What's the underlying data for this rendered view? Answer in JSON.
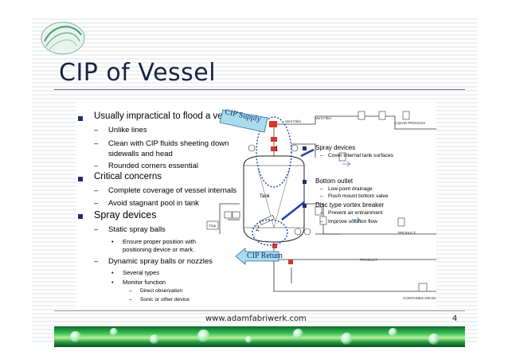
{
  "slide": {
    "title": "CIP of Vessel",
    "footer_url": "www.adamfabriwerk.com",
    "page_number": "4"
  },
  "bullets": [
    {
      "level": 1,
      "text": "Usually impractical to flood a vessel"
    },
    {
      "level": 2,
      "text": "Unlike lines"
    },
    {
      "level": 2,
      "text": "Clean with CIP fluids sheeting down"
    },
    {
      "level": 0,
      "text": "sidewalls and head"
    },
    {
      "level": 2,
      "text": "Rounded corners essential"
    },
    {
      "level": 1,
      "text": "Critical concerns"
    },
    {
      "level": 2,
      "text": "Complete coverage of vessel internals"
    },
    {
      "level": 2,
      "text": "Avoid stagnant pool in tank"
    },
    {
      "level": 1,
      "text": "Spray devices"
    },
    {
      "level": 2,
      "text": "Static spray balls"
    },
    {
      "level": 3,
      "text": "Ensure proper position with"
    },
    {
      "level": 0,
      "text": "positioning device or mark."
    },
    {
      "level": 2,
      "text": "Dynamic spray balls or nozzles"
    },
    {
      "level": 3,
      "text": "Several types"
    },
    {
      "level": 3,
      "text": "Monitor function"
    },
    {
      "level": 4,
      "text": "Direct observation"
    },
    {
      "level": 4,
      "text": "Sonic or other device"
    }
  ],
  "diagram": {
    "cip_supply": "CIP Supply",
    "cip_return": "CIP Return",
    "tank_label": "Tank",
    "callout_1": "1",
    "callout_2": "2",
    "spray_devices": "Spray devices",
    "spray_devices_sub": "Cover internal tank surfaces",
    "bottom_outlet": "Bottom outlet",
    "bottom_outlet_sub1": "Low point drainage",
    "bottom_outlet_sub2": "Flush mount bottom valve",
    "disc_type": "Disc type vortex breaker",
    "disc_type_sub1": "Prevent air entrainment",
    "disc_type_sub2": "Improve solution flow",
    "tag_vent_filter": "Vent Filter",
    "tag_vent_filter2": "Vent Filter",
    "tag_liquid_process": "LIQUID PROCESS",
    "tag_product": "PRODUCT",
    "tag_product2": "PRODUCT",
    "tag_contained_drain": "CONTAINED DRAIN",
    "tag_trap": "Trap"
  },
  "colors": {
    "title": "#1a2340",
    "bullet_square": "#1f2e6e",
    "callout_blue": "#1a3fb0",
    "valve_red": "#d9342b"
  }
}
